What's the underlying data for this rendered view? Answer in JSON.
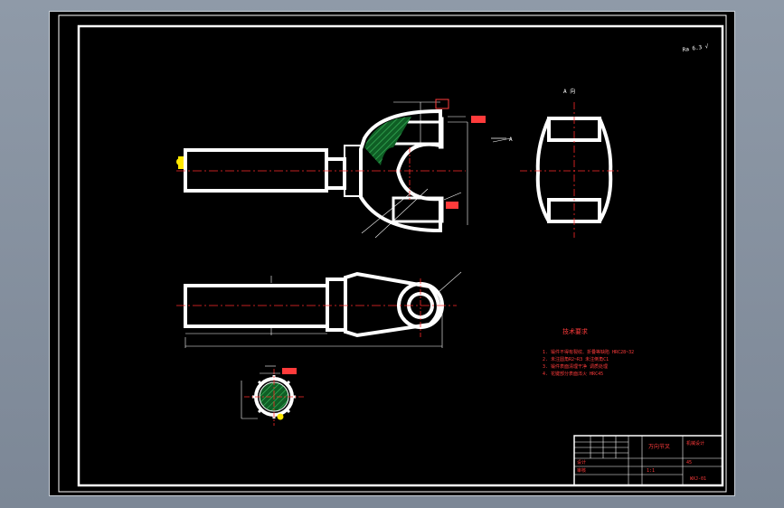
{
  "drawing": {
    "roughness_mark": "Ra 6.3 √",
    "view_label": "A 向",
    "view_arrow": "A",
    "tech_requirements": {
      "title": "技术要求",
      "items": [
        "1. 锻件不得有裂纹、折叠等缺陷  HRC28~32",
        "2. 未注圆角R2~R3   未注倒角C1",
        "3. 锻件表面清理干净  调质处理",
        "4. 花键部分表面淬火  HRC45"
      ]
    },
    "title_block": {
      "part_name": "万向节叉",
      "material": "45",
      "scale": "1:1",
      "drawing_no": "WXJ-01",
      "designer": "设计",
      "checker": "审核",
      "school": "机械设计"
    },
    "colors": {
      "outline": "#ffffff",
      "centerline": "#ff2a2a",
      "dimension": "#ff3b3b",
      "hatch": "#1f8a3a",
      "marker": "#ffe800",
      "frame": "#ffffff"
    }
  }
}
